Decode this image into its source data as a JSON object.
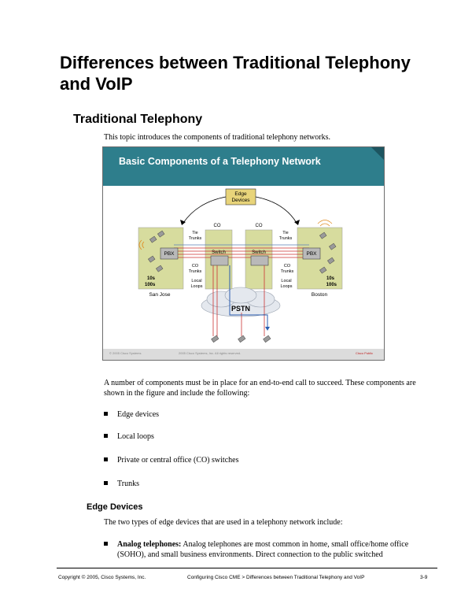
{
  "page": {
    "title": "Differences between Traditional Telephony and VoIP",
    "section_title": "Traditional Telephony",
    "intro": "This topic introduces the components of traditional telephony networks."
  },
  "figure": {
    "title": "Basic Components of a Telephony Network",
    "edge_devices_label": "Edge Devices",
    "co_left": "CO",
    "co_right": "CO",
    "tie_trunks_left": "Tie Trunks",
    "tie_trunks_right": "Tie Trunks",
    "pbx_left": "PBX",
    "pbx_right": "PBX",
    "switch_left": "Switch",
    "switch_right": "Switch",
    "co_trunks_left": "CO Trunks",
    "co_trunks_right": "CO Trunks",
    "local_loops_left": "Local Loops",
    "local_loops_right": "Local Loops",
    "count_left": "10s 100s",
    "count_right": "10s 100s",
    "site_left": "San Jose",
    "site_right": "Boston",
    "pstn": "PSTN",
    "footer_left": "© 2005 Cisco Systems",
    "footer_mid": "2005 Cisco Systems, Inc. All rights reserved.",
    "footer_right": "Cisco Public"
  },
  "content": {
    "para1": "A number of components must be in place for an end-to-end call to succeed. These components are shown in the figure and include the following:",
    "bullets": [
      "Edge devices",
      "Local loops",
      "Private or central office (CO) switches",
      "Trunks"
    ],
    "subheading": "Edge Devices",
    "para2": "The two types of edge devices that are used in a telephony network include:",
    "analog_bold": "Analog telephones:",
    "analog_text": " Analog telephones are most common in home, small office/home office (SOHO), and small business environments. Direct connection to the public switched"
  },
  "footer": {
    "copyright": "Copyright © 2005, Cisco Systems, Inc.",
    "course": "Configuring Cisco CME > Differences between Traditional Telephony and VoIP",
    "page_number": "3-9"
  },
  "colors": {
    "figure_header": "#2e7e8c",
    "site_box": "#d7dc9e",
    "trunk_line": "#cc3333",
    "pstn_arrow": "#2a5db0"
  }
}
